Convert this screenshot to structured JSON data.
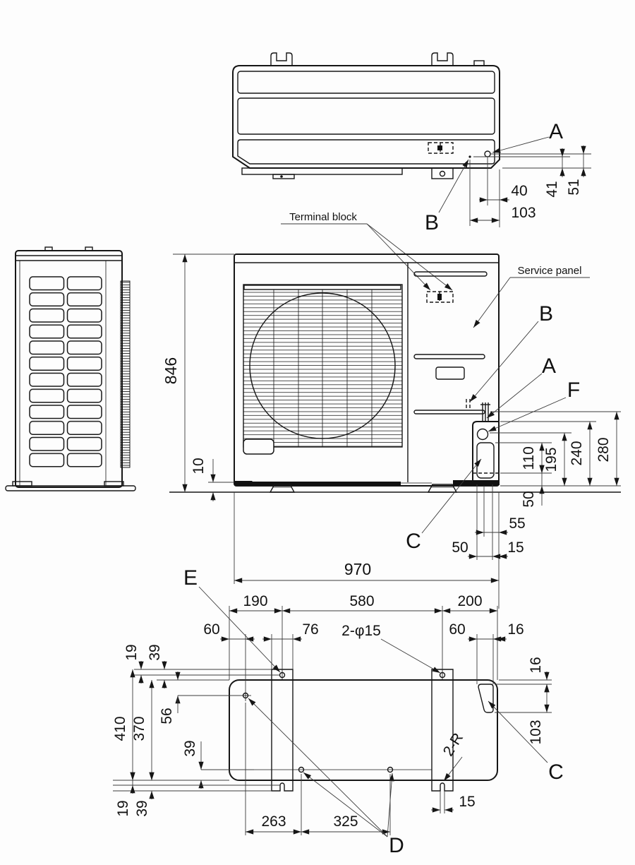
{
  "drawing": {
    "labels": {
      "terminal_block": "Terminal block",
      "service_panel": "Service panel",
      "top_A": "A",
      "top_B": "B",
      "front_B": "B",
      "front_A": "A",
      "front_F": "F",
      "front_C": "C",
      "bottom_E": "E",
      "bottom_C": "C",
      "bottom_D": "D",
      "holes_note": "2-φ15",
      "radius_note": "2-R"
    },
    "top_dims": {
      "w40": "40",
      "w103": "103",
      "h41": "41",
      "h51": "51"
    },
    "front_dims": {
      "h846": "846",
      "h10": "10",
      "v110": "110",
      "v195": "195",
      "v240": "240",
      "v280": "280",
      "v50": "50",
      "w55": "55",
      "w50": "50",
      "w15": "15",
      "w970": "970"
    },
    "bottom_dims": {
      "w190": "190",
      "w580": "580",
      "w200": "200",
      "w60l": "60",
      "w76": "76",
      "w60r": "60",
      "w16": "16",
      "v16": "16",
      "v103": "103",
      "v19t": "19",
      "v39t": "39",
      "v410": "410",
      "v370": "370",
      "v56": "56",
      "v39m": "39",
      "v19b": "19",
      "v39b": "39",
      "w263": "263",
      "w325": "325",
      "w15n": "15"
    }
  }
}
